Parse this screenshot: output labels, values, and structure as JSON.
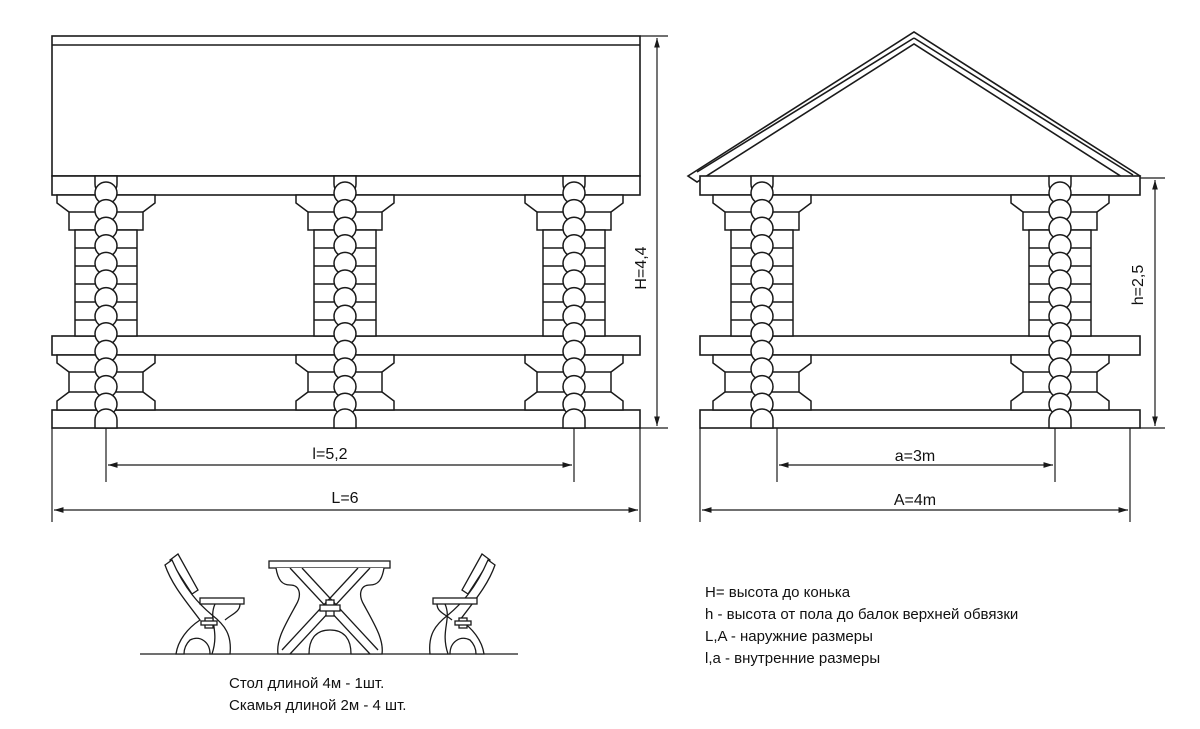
{
  "front_view": {
    "height_label": "H=4,4",
    "inner_length_label": "l=5,2",
    "outer_length_label": "L=6"
  },
  "side_view": {
    "height_label": "h=2,5",
    "inner_width_label": "a=3m",
    "outer_width_label": "A=4m"
  },
  "furniture": {
    "caption_lines": [
      "Стол длиной 4м  - 1шт.",
      "Скамья длиной 2м - 4 шт."
    ]
  },
  "legend": [
    "H= высота до конька",
    "h -  высота от пола до балок верхней обвязки",
    "L,A - наружние размеры",
    "l,a - внутренние размеры"
  ],
  "colors": {
    "line": "#1a1a1a",
    "background": "#ffffff"
  }
}
